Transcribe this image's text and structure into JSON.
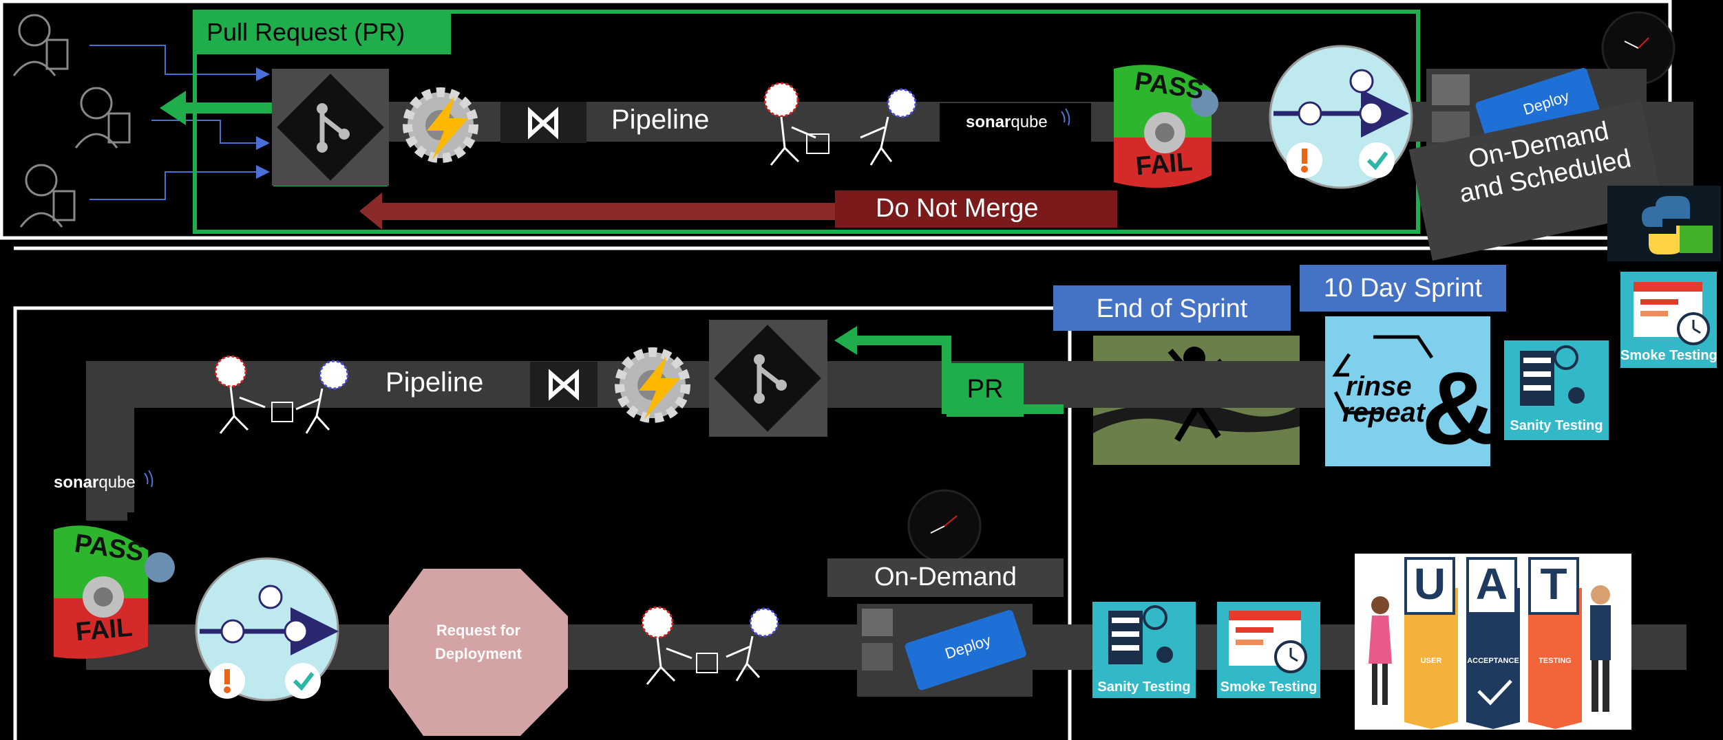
{
  "top_lane": {
    "pr_title": "Pull Request (PR)",
    "pipeline_label": "Pipeline",
    "sonarqube_brand": {
      "bold": "sonar",
      "light": "qube"
    },
    "pass_label": "PASS",
    "fail_label": "FAIL",
    "do_not_merge_label": "Do Not Merge",
    "deploy_key_label": "Deploy",
    "deploy_banner_label": "On-Demand and Scheduled"
  },
  "right_column": {
    "smoke_testing_label": "Smoke Testing",
    "sanity_testing_label": "Sanity Testing",
    "sprint_label": "10 Day Sprint",
    "rinse_label": "rinse",
    "repeat_label": "repeat",
    "end_of_sprint_label": "End of Sprint"
  },
  "bottom_lane": {
    "pr_label": "PR",
    "pipeline_label": "Pipeline",
    "sonarqube_brand": {
      "bold": "sonar",
      "light": "qube"
    },
    "pass_label": "PASS",
    "fail_label": "FAIL",
    "request_label_line1": "Request for",
    "request_label_line2": "Deployment",
    "on_demand_label": "On-Demand",
    "deploy_key_label": "Deploy",
    "sanity_testing_label": "Sanity Testing",
    "smoke_testing_label": "Smoke Testing",
    "uat_letters": [
      "U",
      "A",
      "T"
    ],
    "uat_words": [
      "USER",
      "ACCEPTANCE",
      "TESTING"
    ]
  },
  "colors": {
    "pr_green": "#1fae4b",
    "lane_gray": "#3a3a3a",
    "do_not_merge_red": "#7a1a1a",
    "sprint_blue": "#4472c4",
    "teal_tile": "#33b8c8",
    "request_octagon": "#d4a3a3"
  }
}
